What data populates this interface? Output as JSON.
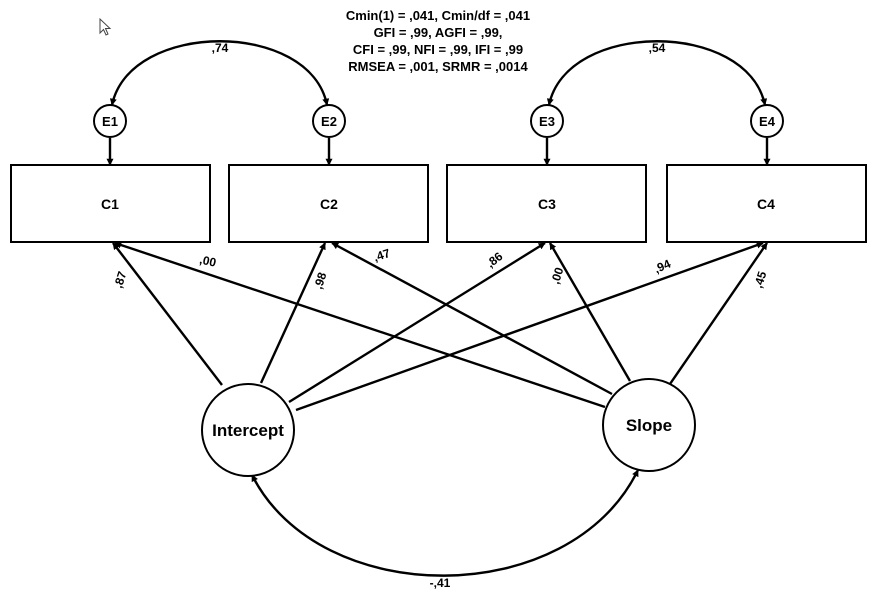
{
  "fit_stats": [
    "Cmin(1) = ,041, Cmin/df = ,041",
    "GFI = ,99, AGFI = ,99,",
    "CFI = ,99, NFI = ,99, IFI = ,99",
    "RMSEA = ,001, SRMR = ,0014"
  ],
  "observed": [
    {
      "id": "C1",
      "label": "C1"
    },
    {
      "id": "C2",
      "label": "C2"
    },
    {
      "id": "C3",
      "label": "C3"
    },
    {
      "id": "C4",
      "label": "C4"
    }
  ],
  "errors": [
    {
      "id": "E1",
      "label": "E1"
    },
    {
      "id": "E2",
      "label": "E2"
    },
    {
      "id": "E3",
      "label": "E3"
    },
    {
      "id": "E4",
      "label": "E4"
    }
  ],
  "latents": [
    {
      "id": "intercept",
      "label": "Intercept"
    },
    {
      "id": "slope",
      "label": "Slope"
    }
  ],
  "loadings": [
    {
      "from": "intercept",
      "to": "C1",
      "value": ",87"
    },
    {
      "from": "intercept",
      "to": "C2",
      "value": ",98"
    },
    {
      "from": "intercept",
      "to": "C3",
      "value": ",86"
    },
    {
      "from": "intercept",
      "to": "C4",
      "value": ",94"
    },
    {
      "from": "slope",
      "to": "C1",
      "value": ",00"
    },
    {
      "from": "slope",
      "to": "C2",
      "value": ",47"
    },
    {
      "from": "slope",
      "to": "C3",
      "value": ",00"
    },
    {
      "from": "slope",
      "to": "C4",
      "value": ",45"
    }
  ],
  "covariances": [
    {
      "between": [
        "E1",
        "E2"
      ],
      "value": ",74"
    },
    {
      "between": [
        "E3",
        "E4"
      ],
      "value": ",54"
    },
    {
      "between": [
        "intercept",
        "slope"
      ],
      "value": "-,41"
    }
  ]
}
